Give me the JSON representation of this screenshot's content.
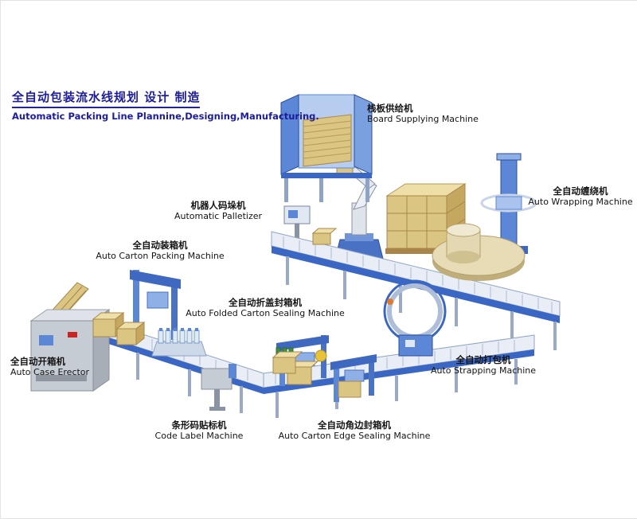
{
  "header": {
    "title_zh": "全自动包装流水线规划 设计 制造",
    "subtitle_en": "Automatic Packing Line Plannine,Designing,Manufacturing."
  },
  "machines": {
    "board_supplying": {
      "zh": "栈板供给机",
      "en": "Board Supplying Machine"
    },
    "auto_wrapping": {
      "zh": "全自动缠绕机",
      "en": "Auto Wrapping Machine"
    },
    "palletizer": {
      "zh": "机器人码垛机",
      "en": "Automatic Palletizer"
    },
    "carton_packing": {
      "zh": "全自动装箱机",
      "en": "Auto Carton Packing Machine"
    },
    "folded_sealing": {
      "zh": "全自动折盖封箱机",
      "en": "Auto Folded Carton Sealing Machine"
    },
    "case_erector": {
      "zh": "全自动开箱机",
      "en": "Auto Case Erector"
    },
    "strapping": {
      "zh": "全自动打包机",
      "en": "Auto Strapping Machine"
    },
    "code_label": {
      "zh": "条形码贴标机",
      "en": "Code Label Machine"
    },
    "edge_sealing": {
      "zh": "全自动角边封箱机",
      "en": "Auto Carton Edge Sealing Machine"
    }
  },
  "colors": {
    "accent_navy": "#1c1c9c",
    "conveyor_blue": "#3a66c4",
    "machine_blue": "#5c86d6",
    "carton_tan": "#dbc582",
    "steel_gray": "#c6ccd4"
  }
}
